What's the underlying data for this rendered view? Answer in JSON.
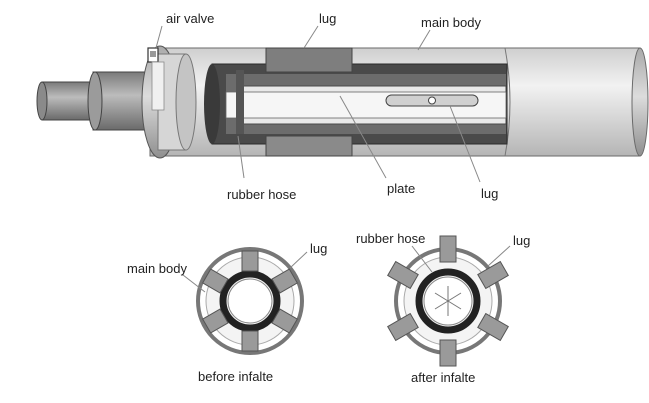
{
  "labels": {
    "air_valve": "air valve",
    "lug_top": "lug",
    "main_body_top": "main body",
    "rubber_hose": "rubber hose",
    "plate": "plate",
    "lug_plate": "lug",
    "main_body_left": "main body",
    "lug_left": "lug",
    "rubber_hose_right": "rubber hose",
    "lug_right": "lug",
    "caption_before": "before infalte",
    "caption_after": "after infalte"
  },
  "colors": {
    "body_light": "#e4e4e4",
    "body_mid": "#c9c9c9",
    "body_dark": "#9a9a9a",
    "lug": "#8c8c8c",
    "rubber": "#2b2b2b",
    "outline": "#555555",
    "leader": "#888888"
  }
}
